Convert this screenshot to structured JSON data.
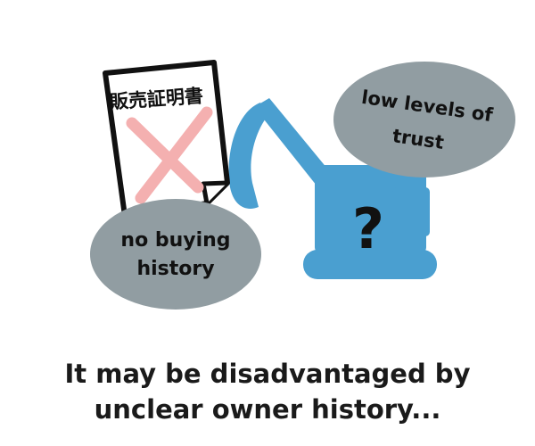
{
  "certificate": {
    "title": "販売証明書"
  },
  "bubbles": {
    "no_buying_history": {
      "line1": "no buying",
      "line2": "history"
    },
    "low_trust": {
      "line1": "low levels of",
      "line2": "trust"
    }
  },
  "excavator": {
    "question_mark": "?"
  },
  "caption": {
    "line1": "It may be disadvantaged by",
    "line2": "unclear owner history..."
  },
  "colors": {
    "excavator": "#4a9fd0",
    "bubble": "#919da2",
    "cross": "#f4b0b0",
    "outline": "#111111"
  }
}
